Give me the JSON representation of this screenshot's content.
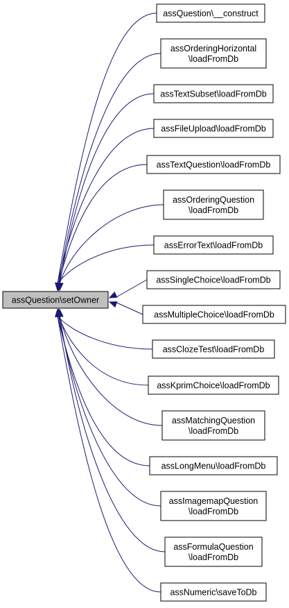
{
  "colors": {
    "edge": "#191970",
    "node_border": "#000000",
    "node_fill": "#ffffff",
    "root_fill": "#bfbfbf",
    "text": "#000000"
  },
  "root": {
    "label": "assQuestion\\setOwner"
  },
  "callers": [
    {
      "lines": [
        "assQuestion\\__construct"
      ]
    },
    {
      "lines": [
        "assOrderingHorizontal",
        "\\loadFromDb"
      ]
    },
    {
      "lines": [
        "assTextSubset\\loadFromDb"
      ]
    },
    {
      "lines": [
        "assFileUpload\\loadFromDb"
      ]
    },
    {
      "lines": [
        "assTextQuestion\\loadFromDb"
      ]
    },
    {
      "lines": [
        "assOrderingQuestion",
        "\\loadFromDb"
      ]
    },
    {
      "lines": [
        "assErrorText\\loadFromDb"
      ]
    },
    {
      "lines": [
        "assSingleChoice\\loadFromDb"
      ]
    },
    {
      "lines": [
        "assMultipleChoice\\loadFromDb"
      ]
    },
    {
      "lines": [
        "assClozeTest\\loadFromDb"
      ]
    },
    {
      "lines": [
        "assKprimChoice\\loadFromDb"
      ]
    },
    {
      "lines": [
        "assMatchingQuestion",
        "\\loadFromDb"
      ]
    },
    {
      "lines": [
        "assLongMenu\\loadFromDb"
      ]
    },
    {
      "lines": [
        "assImagemapQuestion",
        "\\loadFromDb"
      ]
    },
    {
      "lines": [
        "assFormulaQuestion",
        "\\loadFromDb"
      ]
    },
    {
      "lines": [
        "assNumeric\\saveToDb"
      ]
    }
  ]
}
